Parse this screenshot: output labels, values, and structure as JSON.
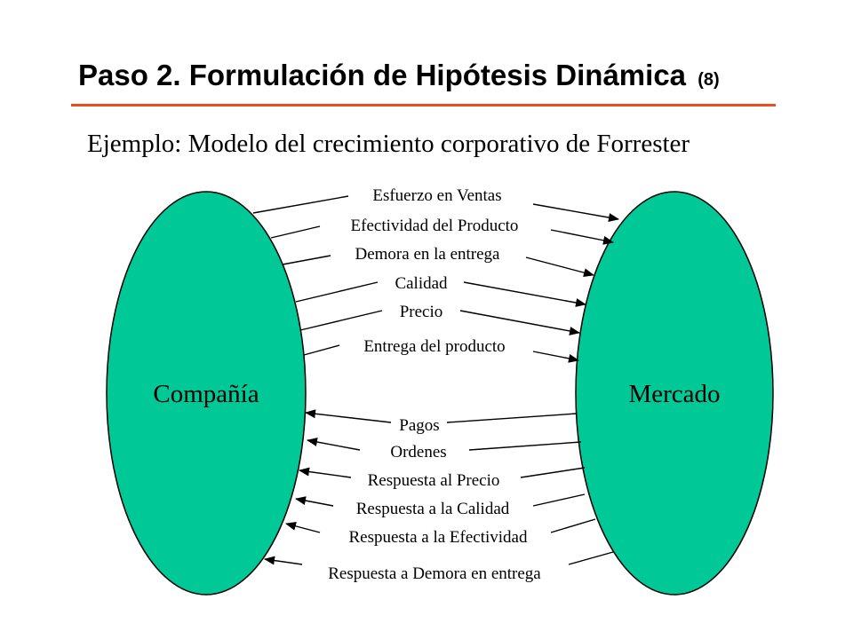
{
  "title": "Paso 2. Formulación de Hipótesis Dinámica",
  "title_number": "(8)",
  "subtitle": "Ejemplo: Modelo del crecimiento corporativo de Forrester",
  "colors": {
    "accent_rule": "#e8501a",
    "ellipse_fill": "#00c896"
  },
  "nodes": {
    "left": "Compañía",
    "right": "Mercado"
  },
  "flows_to_market": [
    "Esfuerzo en Ventas",
    "Efectividad del Producto",
    "Demora en la entrega",
    "Calidad",
    "Precio",
    "Entrega del producto"
  ],
  "flows_to_company": [
    "Pagos",
    "Ordenes",
    "Respuesta al Precio",
    "Respuesta a la Calidad",
    "Respuesta a la Efectividad",
    "Respuesta a Demora en entrega"
  ]
}
